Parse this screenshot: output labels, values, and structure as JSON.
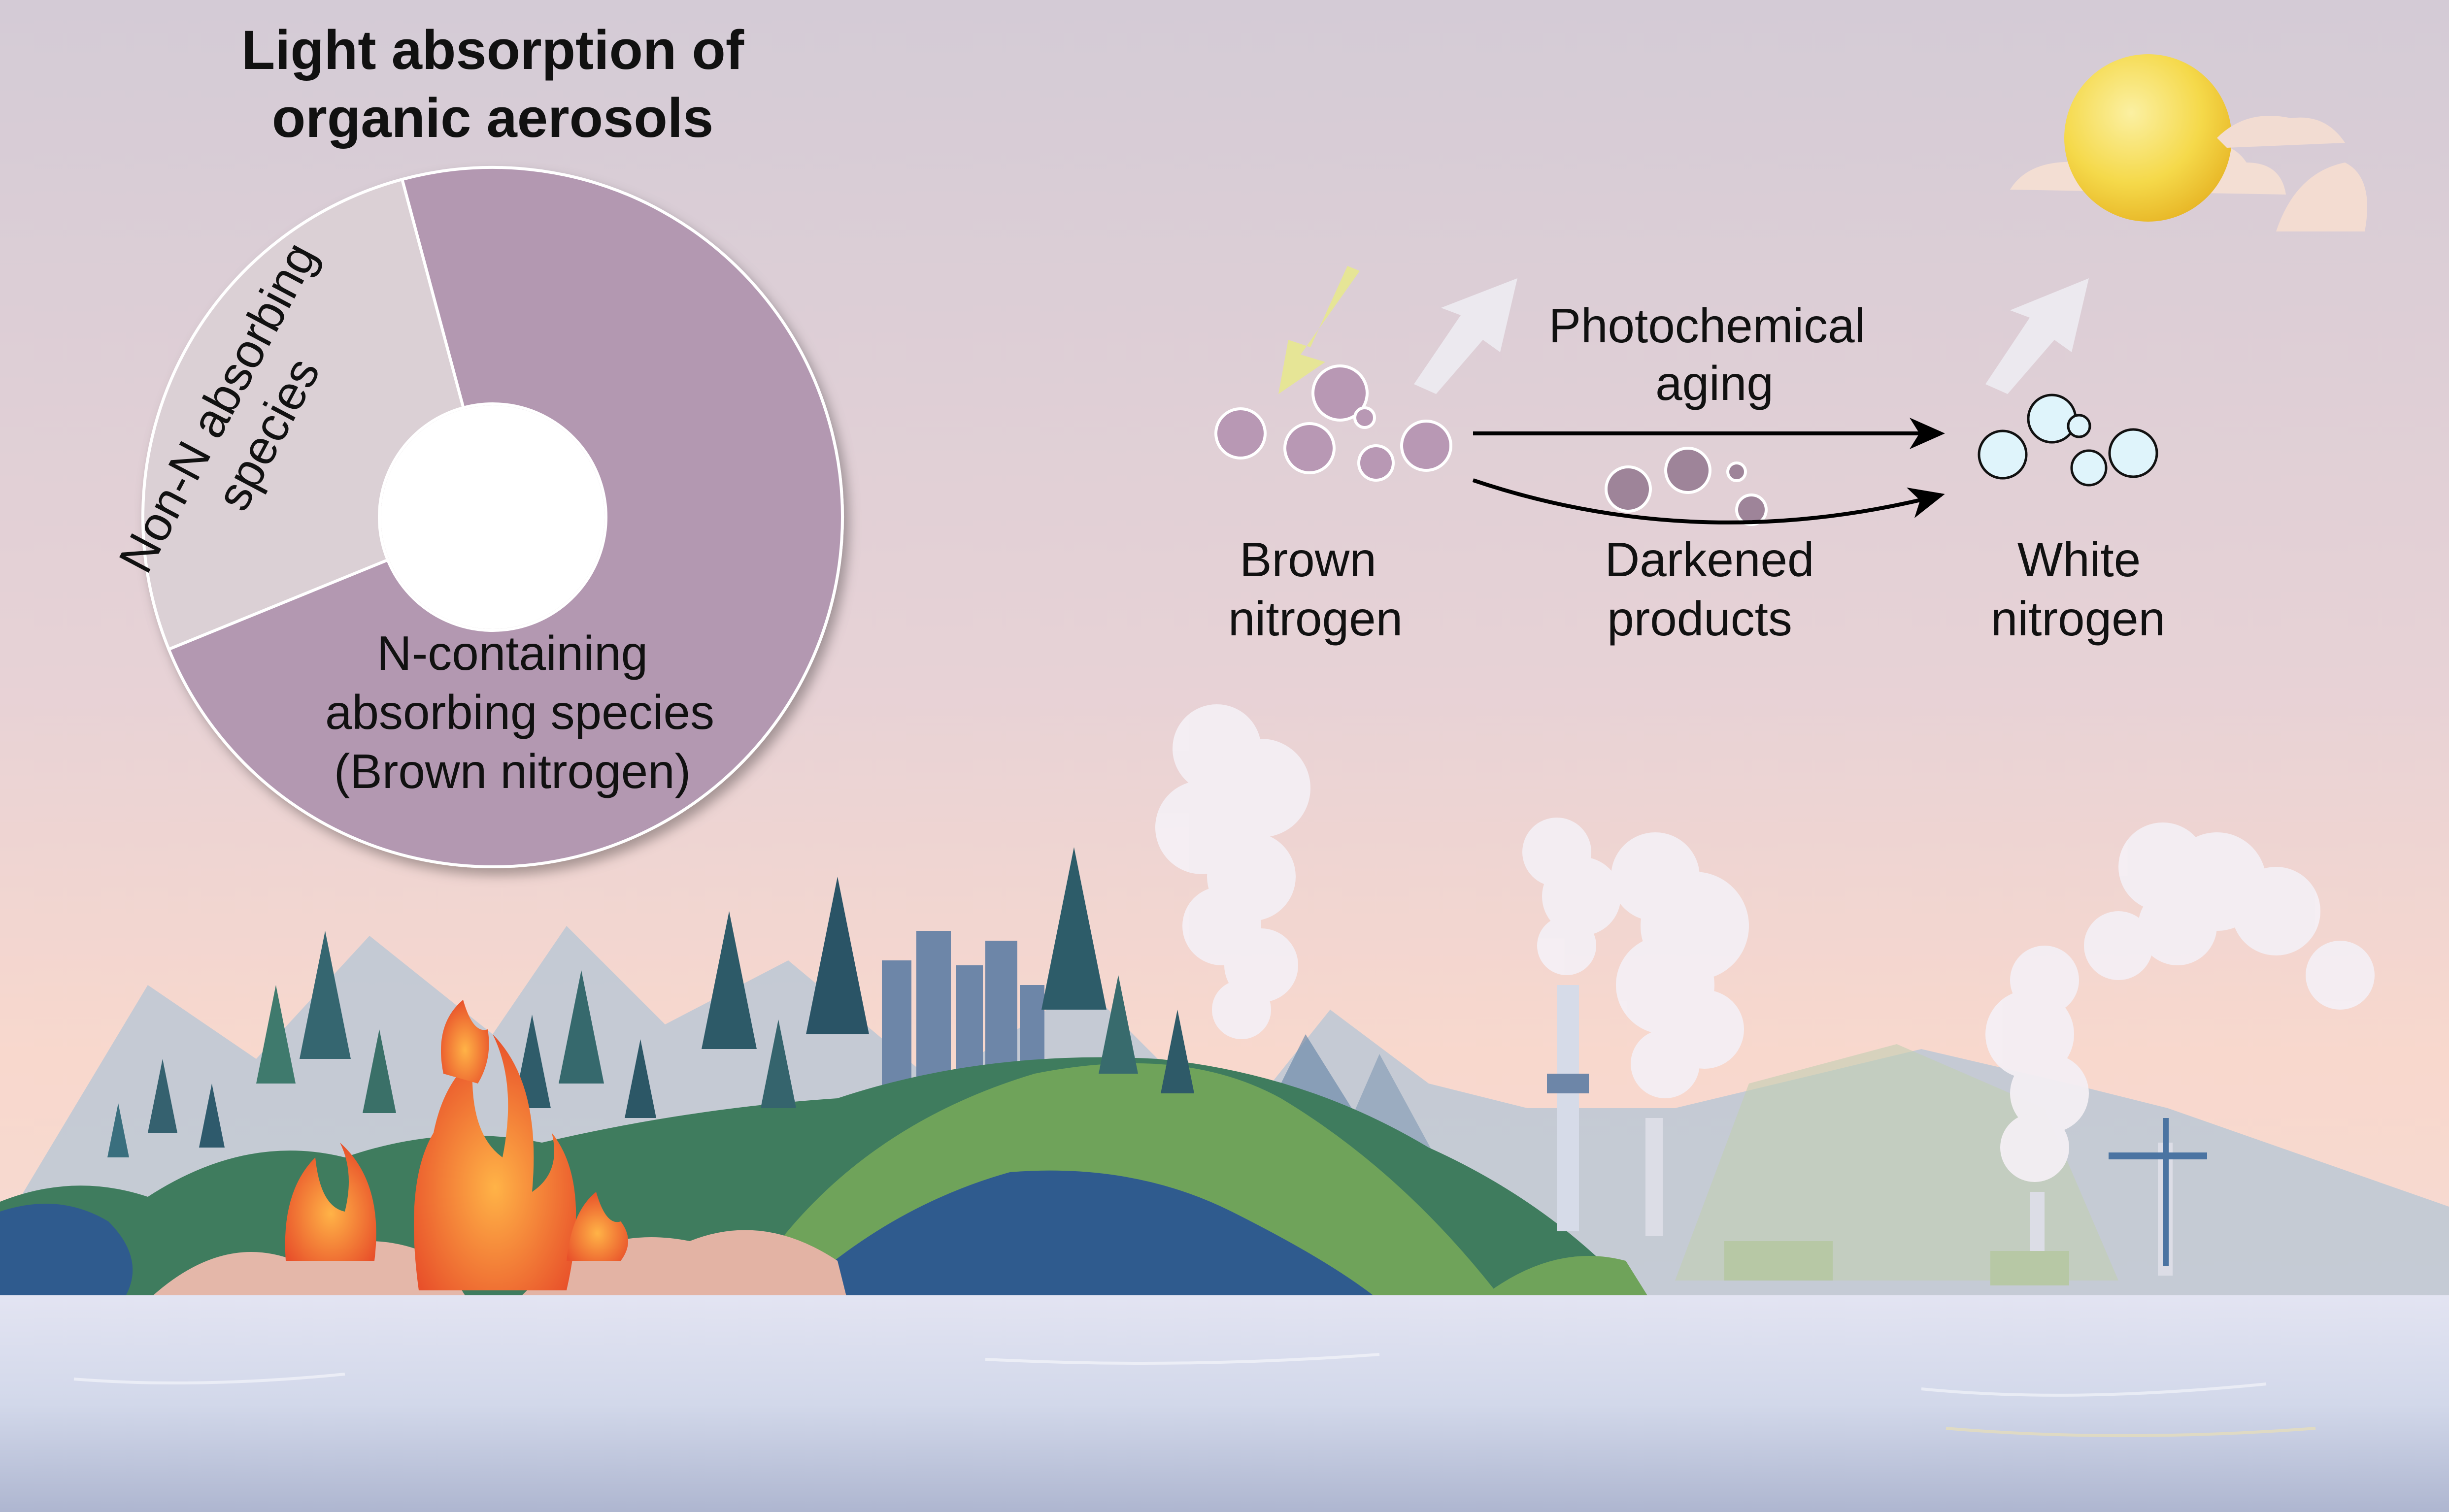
{
  "title": {
    "line1": "Light absorption of",
    "line2": "organic aerosols"
  },
  "chart_data": {
    "type": "pie",
    "style": "donut",
    "categories": [
      "N-containing absorbing species (Brown nitrogen)",
      "Non-N absorbing species"
    ],
    "values": [
      73,
      27
    ],
    "labels": {
      "n_containing": [
        "N-containing",
        "absorbing species",
        "(Brown nitrogen)"
      ],
      "non_n": [
        "Non-N absorbing",
        "species"
      ]
    },
    "colors": {
      "n_containing": "#b398b1",
      "non_n": "#dbd0d5"
    }
  },
  "process": {
    "brown": [
      "Brown",
      "nitrogen"
    ],
    "darkened": [
      "Darkened",
      "products"
    ],
    "white": [
      "White",
      "nitrogen"
    ],
    "aging": [
      "Photochemical",
      "aging"
    ]
  },
  "colors": {
    "sky_top": "#d5ccd6",
    "sky_bottom": "#f9d9cf",
    "water": "#d9ddee",
    "brown_particle": "#b898b4",
    "darkened_particle": "#9e8499",
    "white_particle": "#dff4fb",
    "sun": "#f6d84a"
  }
}
